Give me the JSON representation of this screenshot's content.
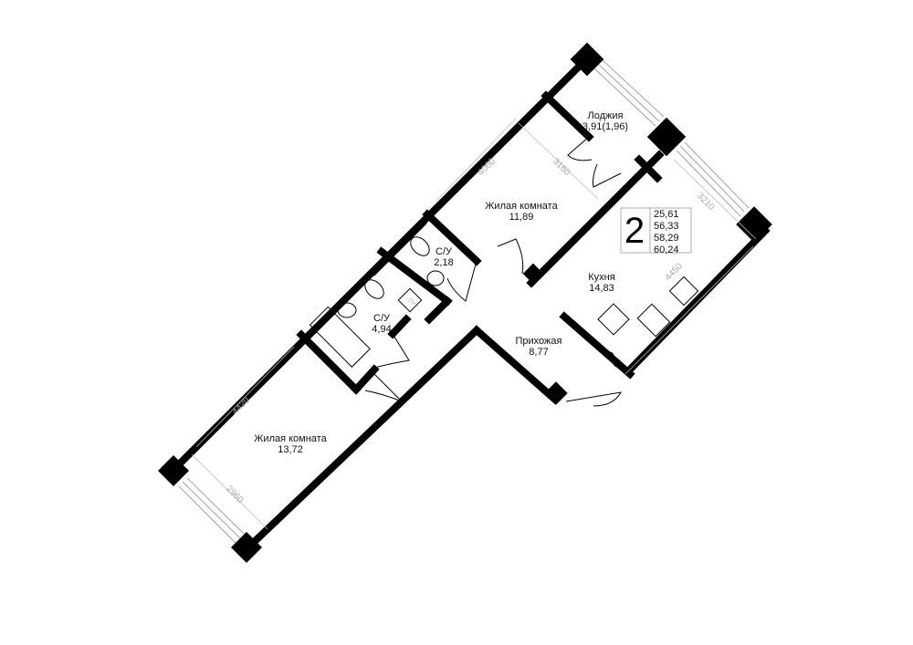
{
  "apartment": {
    "rooms_count": "2",
    "areas": [
      "25,61",
      "56,33",
      "58,29",
      "60,24"
    ]
  },
  "rooms": [
    {
      "name": "Лоджия",
      "area": "3,91(1,96)"
    },
    {
      "name": "Жилая комната",
      "area": "11,89"
    },
    {
      "name": "С/У",
      "area": "2,18"
    },
    {
      "name": "С/У",
      "area": "4,94"
    },
    {
      "name": "Кухня",
      "area": "14,83"
    },
    {
      "name": "Прихожая",
      "area": "8,77"
    },
    {
      "name": "Жилая комната",
      "area": "13,72"
    }
  ],
  "dimensions": [
    "4060",
    "3160",
    "3210",
    "4450",
    "4420",
    "2960"
  ],
  "fixture_labels": [
    "СМ"
  ]
}
